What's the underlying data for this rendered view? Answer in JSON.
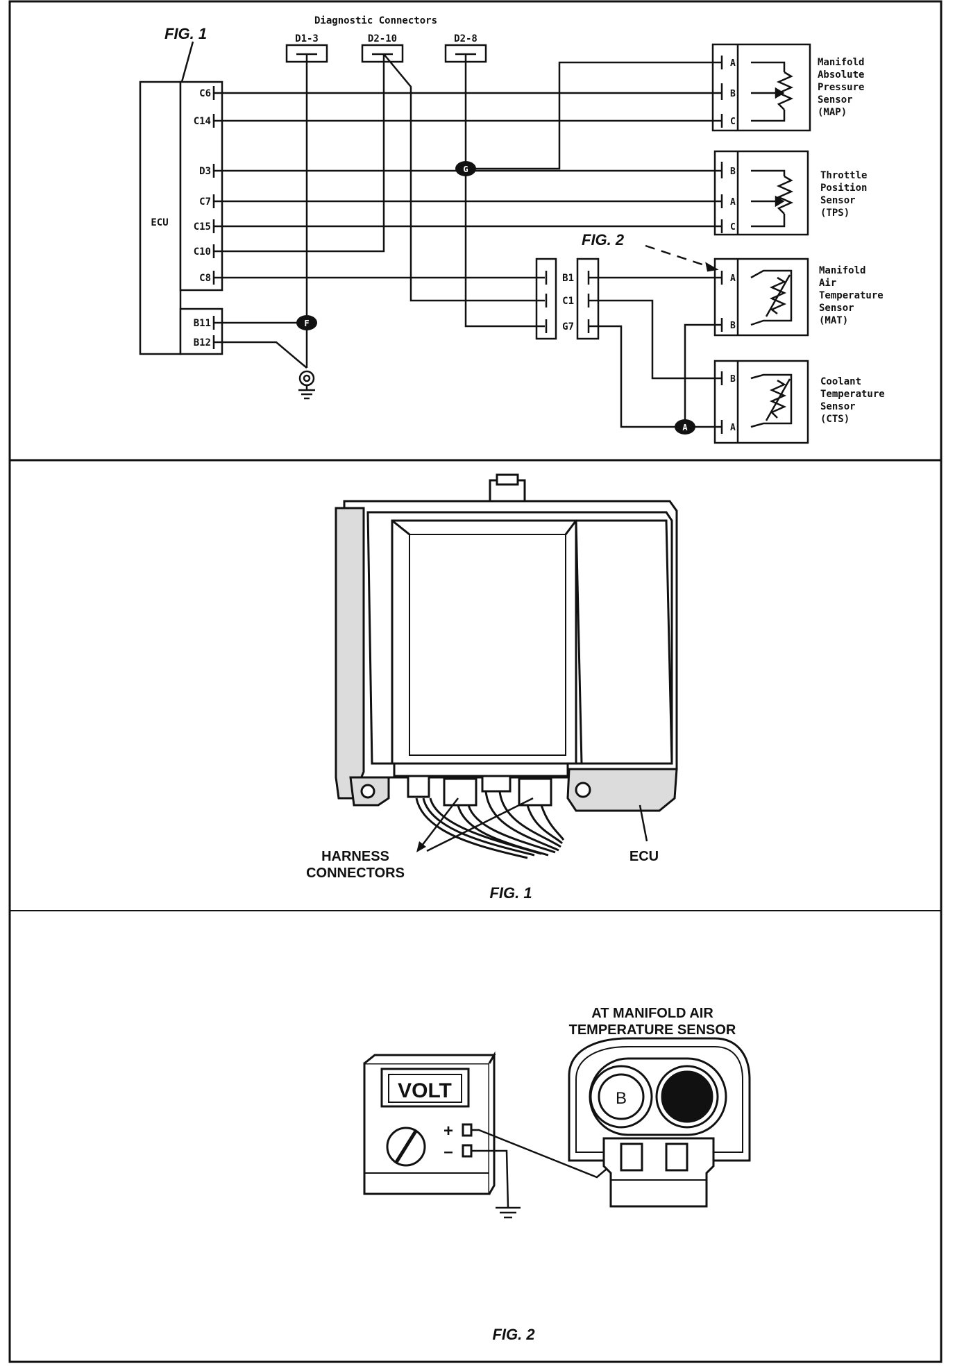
{
  "schematic": {
    "fig_label": "FIG. 1",
    "fig2_label": "FIG. 2",
    "diag_title": "Diagnostic Connectors",
    "diag_connectors": [
      "D1-3",
      "D2-10",
      "D2-8"
    ],
    "ecu_label": "ECU",
    "ecu_pins": [
      "C6",
      "C14",
      "D3",
      "C7",
      "C15",
      "C10",
      "C8"
    ],
    "ecu_pins_b": [
      "B11",
      "B12"
    ],
    "splice_labels": [
      "G",
      "F",
      "A"
    ],
    "mid_connector_pins": [
      "B1",
      "C1",
      "G7"
    ],
    "sensors": [
      {
        "lines": [
          "Manifold",
          "Absolute",
          "Pressure",
          "Sensor",
          "(MAP)"
        ],
        "pins": [
          "A",
          "B",
          "C"
        ]
      },
      {
        "lines": [
          "Throttle",
          "Position",
          "Sensor",
          "(TPS)"
        ],
        "pins": [
          "B",
          "A",
          "C"
        ]
      },
      {
        "lines": [
          "Manifold",
          "Air",
          "Temperature",
          "Sensor",
          "(MAT)"
        ],
        "pins": [
          "A",
          "B"
        ]
      },
      {
        "lines": [
          "Coolant",
          "Temperature",
          "Sensor",
          "(CTS)"
        ],
        "pins": [
          "B",
          "A"
        ]
      }
    ]
  },
  "ecu_photo": {
    "harness_label_1": "HARNESS",
    "harness_label_2": "CONNECTORS",
    "ecu_label": "ECU",
    "fig_caption": "FIG. 1"
  },
  "voltmeter": {
    "title_1": "AT MANIFOLD AIR",
    "title_2": "TEMPERATURE SENSOR",
    "display": "VOLT",
    "plus": "+",
    "minus": "–",
    "terminal_b": "B",
    "fig_caption": "FIG. 2"
  },
  "colors": {
    "ink": "#111111",
    "paper": "#ffffff",
    "shade": "#dcdcdc"
  }
}
